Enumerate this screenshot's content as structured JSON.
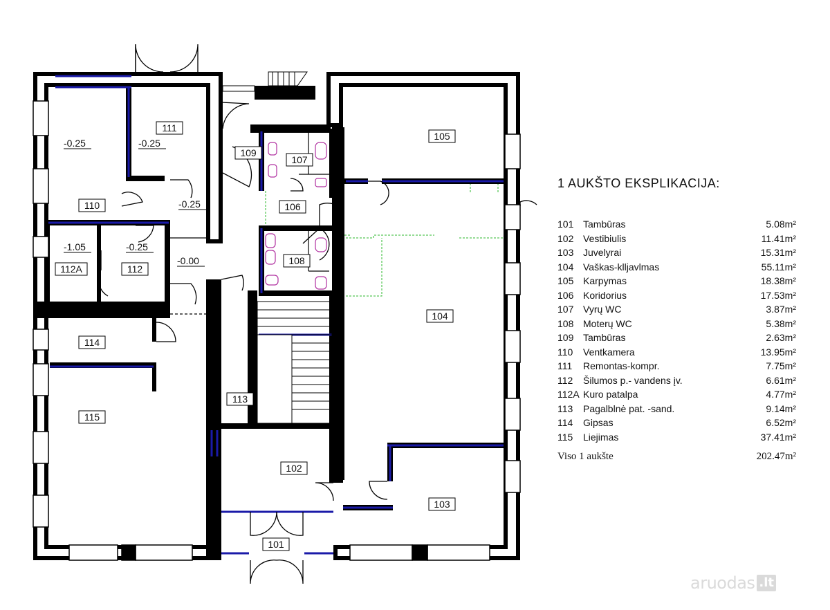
{
  "plan": {
    "room_labels": {
      "r101": "101",
      "r102": "102",
      "r103": "103",
      "r104": "104",
      "r105": "105",
      "r106": "106",
      "r107": "107",
      "r108": "108",
      "r109": "109",
      "r110": "110",
      "r111": "111",
      "r112": "112",
      "r112a": "112A",
      "r113": "113",
      "r114": "114",
      "r115": "115"
    },
    "levels": {
      "l110": "-0.25",
      "l111": "-0.25",
      "l_corr": "-0.25",
      "l112a": "-1.05",
      "l112": "-0.25",
      "l_hall": "-0.00"
    },
    "colors": {
      "wall": "#000000",
      "window": "#1a1aa8",
      "vent": "#2db82d",
      "fixture": "#b030a0"
    }
  },
  "legend": {
    "title": "1 AUKŠTO EKSPLIKACIJA:",
    "items": [
      {
        "num": "101",
        "name": "Tambūras",
        "area": "5.08m²"
      },
      {
        "num": "102",
        "name": "Vestibiulis",
        "area": "11.41m²"
      },
      {
        "num": "103",
        "name": "Juvelyrai",
        "area": "15.31m²"
      },
      {
        "num": "104",
        "name": "Vaškas-klljavlmas",
        "area": "55.11m²"
      },
      {
        "num": "105",
        "name": "Karpymas",
        "area": "18.38m²"
      },
      {
        "num": "106",
        "name": "Koridorius",
        "area": "17.53m²"
      },
      {
        "num": "107",
        "name": "Vyrų  WC",
        "area": "3.87m²"
      },
      {
        "num": "108",
        "name": "Moterų WC",
        "area": "5.38m²"
      },
      {
        "num": "109",
        "name": "Tambūras",
        "area": "2.63m²"
      },
      {
        "num": "110",
        "name": "Ventkamera",
        "area": "13.95m²"
      },
      {
        "num": "111",
        "name": "Remontas-kompr.",
        "area": "7.75m²"
      },
      {
        "num": "112",
        "name": "Šilumos p.- vandens įv.",
        "area": "6.61m²"
      },
      {
        "num": "112A",
        "name": "Kuro patalpa",
        "area": "4.77m²"
      },
      {
        "num": "113",
        "name": "Pagalblnė pat. -sand.",
        "area": "9.14m²"
      },
      {
        "num": "114",
        "name": "Gipsas",
        "area": "6.52m²"
      },
      {
        "num": "115",
        "name": "Liejimas",
        "area": "37.41m²"
      }
    ],
    "total_label": "Viso 1 aukšte",
    "total_area": "202.47m²"
  },
  "watermark": {
    "text": "aruodas",
    "tld": ".lt"
  }
}
